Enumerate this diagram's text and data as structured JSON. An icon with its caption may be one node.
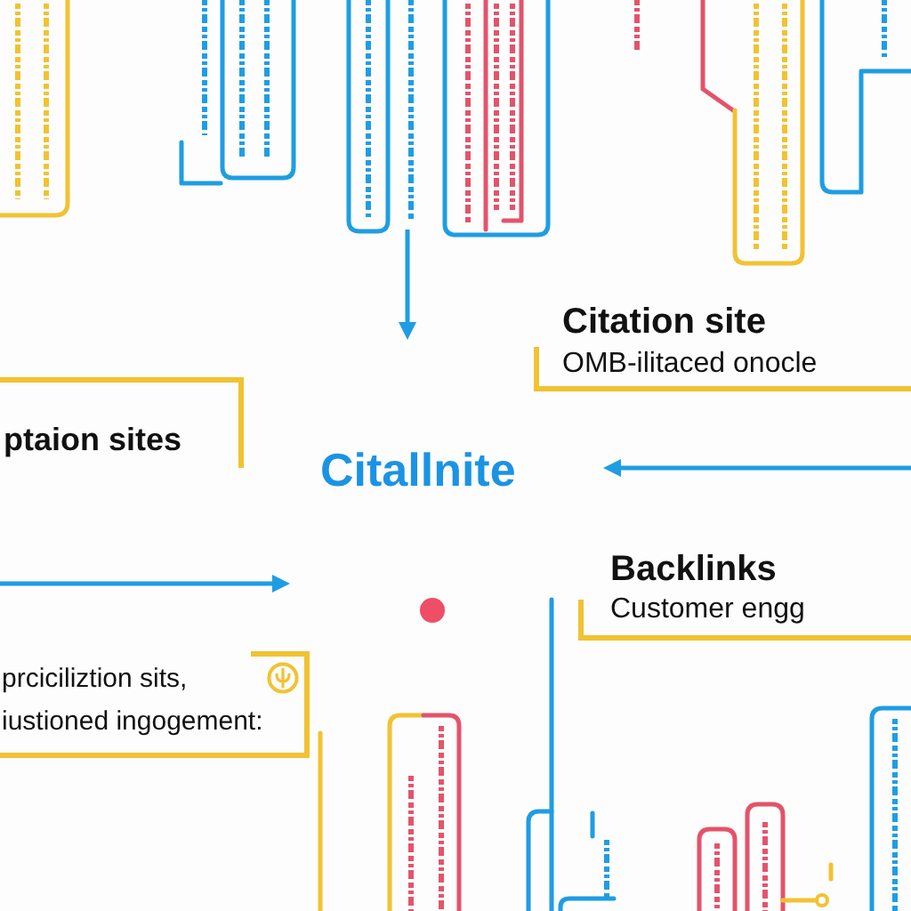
{
  "diagram": {
    "nodes": [
      {
        "text": [
          "Citation site",
          "OMB-ilitaced onocle"
        ]
      },
      {
        "text": [
          "ptaion sites"
        ]
      },
      {
        "text": [
          "Backlinks",
          "Customer engg"
        ]
      },
      {
        "text": [
          "prciciliztion sits, iustioned ingogement:"
        ]
      }
    ],
    "labels": [
      "Citallnite"
    ]
  }
}
